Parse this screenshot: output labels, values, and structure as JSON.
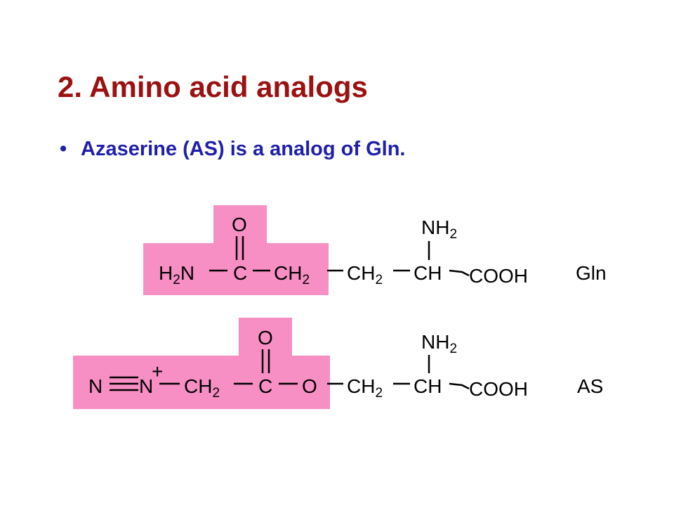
{
  "slide": {
    "title": "2. Amino acid analogs",
    "bullet": "Azaserine (AS) is a analog of Gln.",
    "bullet_marker": "•"
  },
  "colors": {
    "title": "#9b1111",
    "bullet_text": "#1f1fa8",
    "highlight": "#f78fc4"
  },
  "gln": {
    "name": "Gln",
    "h2n": {
      "base": "H",
      "sub": "2",
      "tail": "N"
    },
    "carbonyl_c": "C",
    "carbonyl_o": "O",
    "ch2_a": {
      "base": "CH",
      "sub": "2"
    },
    "ch2_b": {
      "base": "CH",
      "sub": "2"
    },
    "ch": "CH",
    "nh2": {
      "base": "NH",
      "sub": "2"
    },
    "cooh": "COOH"
  },
  "as": {
    "name": "AS",
    "n_terminal": "N",
    "n_charged": "N",
    "charge": "+",
    "ch2_a": {
      "base": "CH",
      "sub": "2"
    },
    "carbonyl_c": "C",
    "carbonyl_o": "O",
    "ester_o": "O",
    "ch2_b": {
      "base": "CH",
      "sub": "2"
    },
    "ch": "CH",
    "nh2": {
      "base": "NH",
      "sub": "2"
    },
    "cooh": "COOH"
  }
}
